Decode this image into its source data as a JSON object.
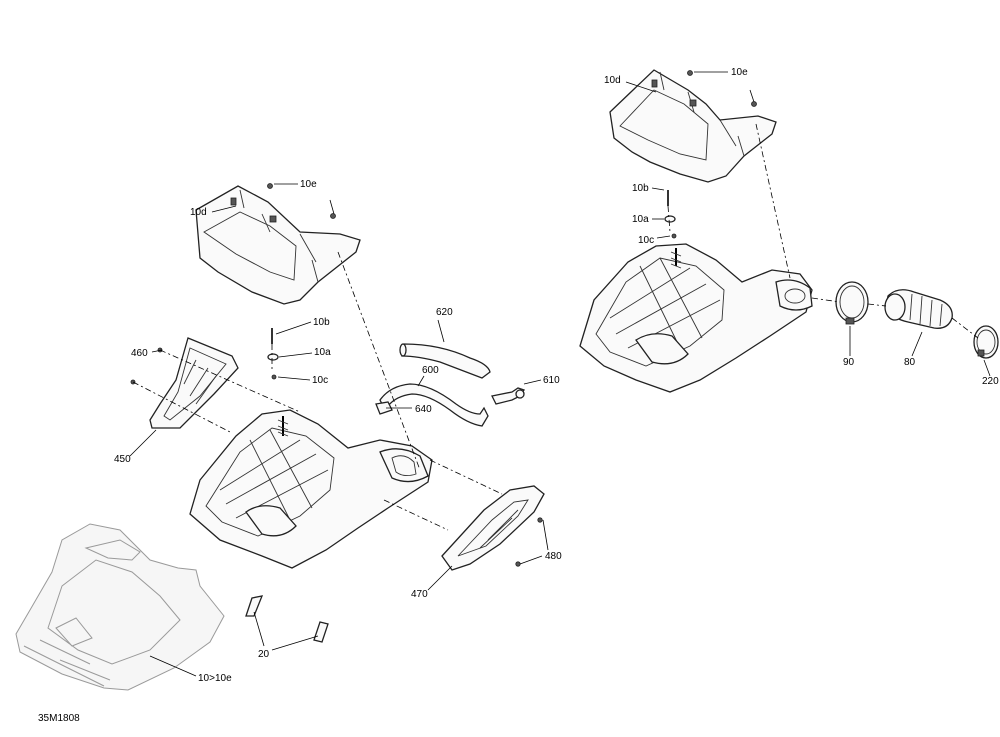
{
  "diagram_id": "35M1808",
  "callouts": {
    "c10d_left": "10d",
    "c10e_left": "10e",
    "c10b_left": "10b",
    "c10a_left": "10a",
    "c10c_left": "10c",
    "c460": "460",
    "c450": "450",
    "c620": "620",
    "c600": "600",
    "c610": "610",
    "c640": "640",
    "c470": "470",
    "c480": "480",
    "c20": "20",
    "c10_10e": "10>10e",
    "c10d_right": "10d",
    "c10e_right": "10e",
    "c10b_right": "10b",
    "c10a_right": "10a",
    "c10c_right": "10c",
    "c90": "90",
    "c80": "80",
    "c220": "220"
  }
}
